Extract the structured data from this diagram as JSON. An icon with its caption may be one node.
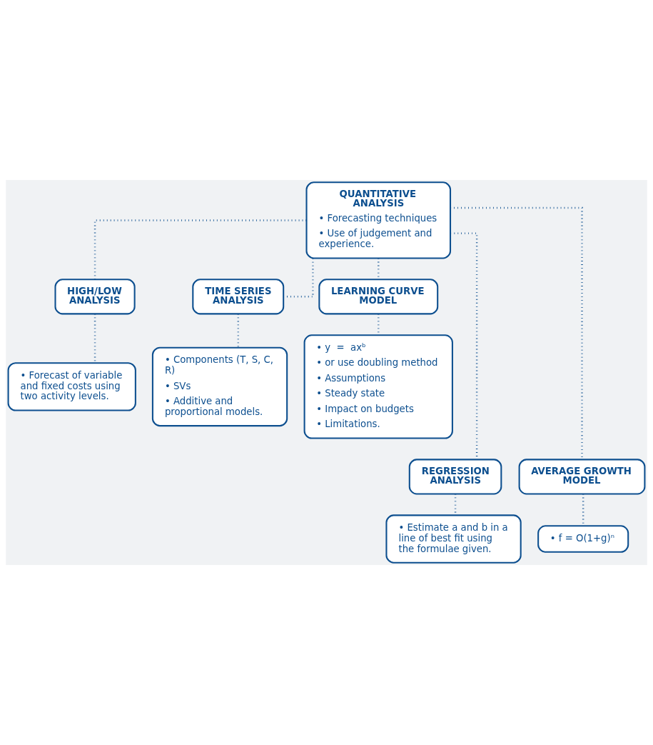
{
  "diagram": {
    "nodes": [
      {
        "text": [
          "QUANTITATIVE ANALYSIS",
          "• Forecasting techniques",
          "• Use of judgement and experience."
        ]
      },
      {
        "text": [
          "HIGH/LOW ANALYSIS"
        ]
      },
      {
        "text": [
          "TIME SERIES ANALYSIS"
        ]
      },
      {
        "text": [
          "LEARNING CURVE MODEL"
        ]
      },
      {
        "text": [
          "• Forecast of variable and fixed costs using two activity levels."
        ]
      },
      {
        "text": [
          "• Components (T, S, C, R)",
          "• SVs",
          "• Additive and proportional models."
        ]
      },
      {
        "text": [
          "• y  =  axᵇ",
          "• or use doubling method",
          "• Assumptions",
          "• Steady state",
          "• Impact on budgets",
          "• Limitations."
        ]
      },
      {
        "text": [
          "REGRESSION ANALYSIS"
        ]
      },
      {
        "text": [
          "AVERAGE GROWTH MODEL"
        ]
      },
      {
        "text": [
          "• Estimate a and b in a line of best fit using the formulae given."
        ]
      },
      {
        "text": [
          "• f = O(1+g)ⁿ"
        ]
      }
    ],
    "edges": [
      {
        "from": 0,
        "to": 1,
        "arrow": "none"
      },
      {
        "from": 0,
        "to": 2,
        "arrow": "none"
      },
      {
        "from": 0,
        "to": 3,
        "arrow": "none"
      },
      {
        "from": 0,
        "to": 7,
        "arrow": "none"
      },
      {
        "from": 0,
        "to": 8,
        "arrow": "none"
      },
      {
        "from": 1,
        "to": 4,
        "arrow": "none"
      },
      {
        "from": 2,
        "to": 5,
        "arrow": "none"
      },
      {
        "from": 3,
        "to": 6,
        "arrow": "none"
      },
      {
        "from": 7,
        "to": 9,
        "arrow": "none"
      },
      {
        "from": 8,
        "to": 10,
        "arrow": "none"
      }
    ]
  }
}
